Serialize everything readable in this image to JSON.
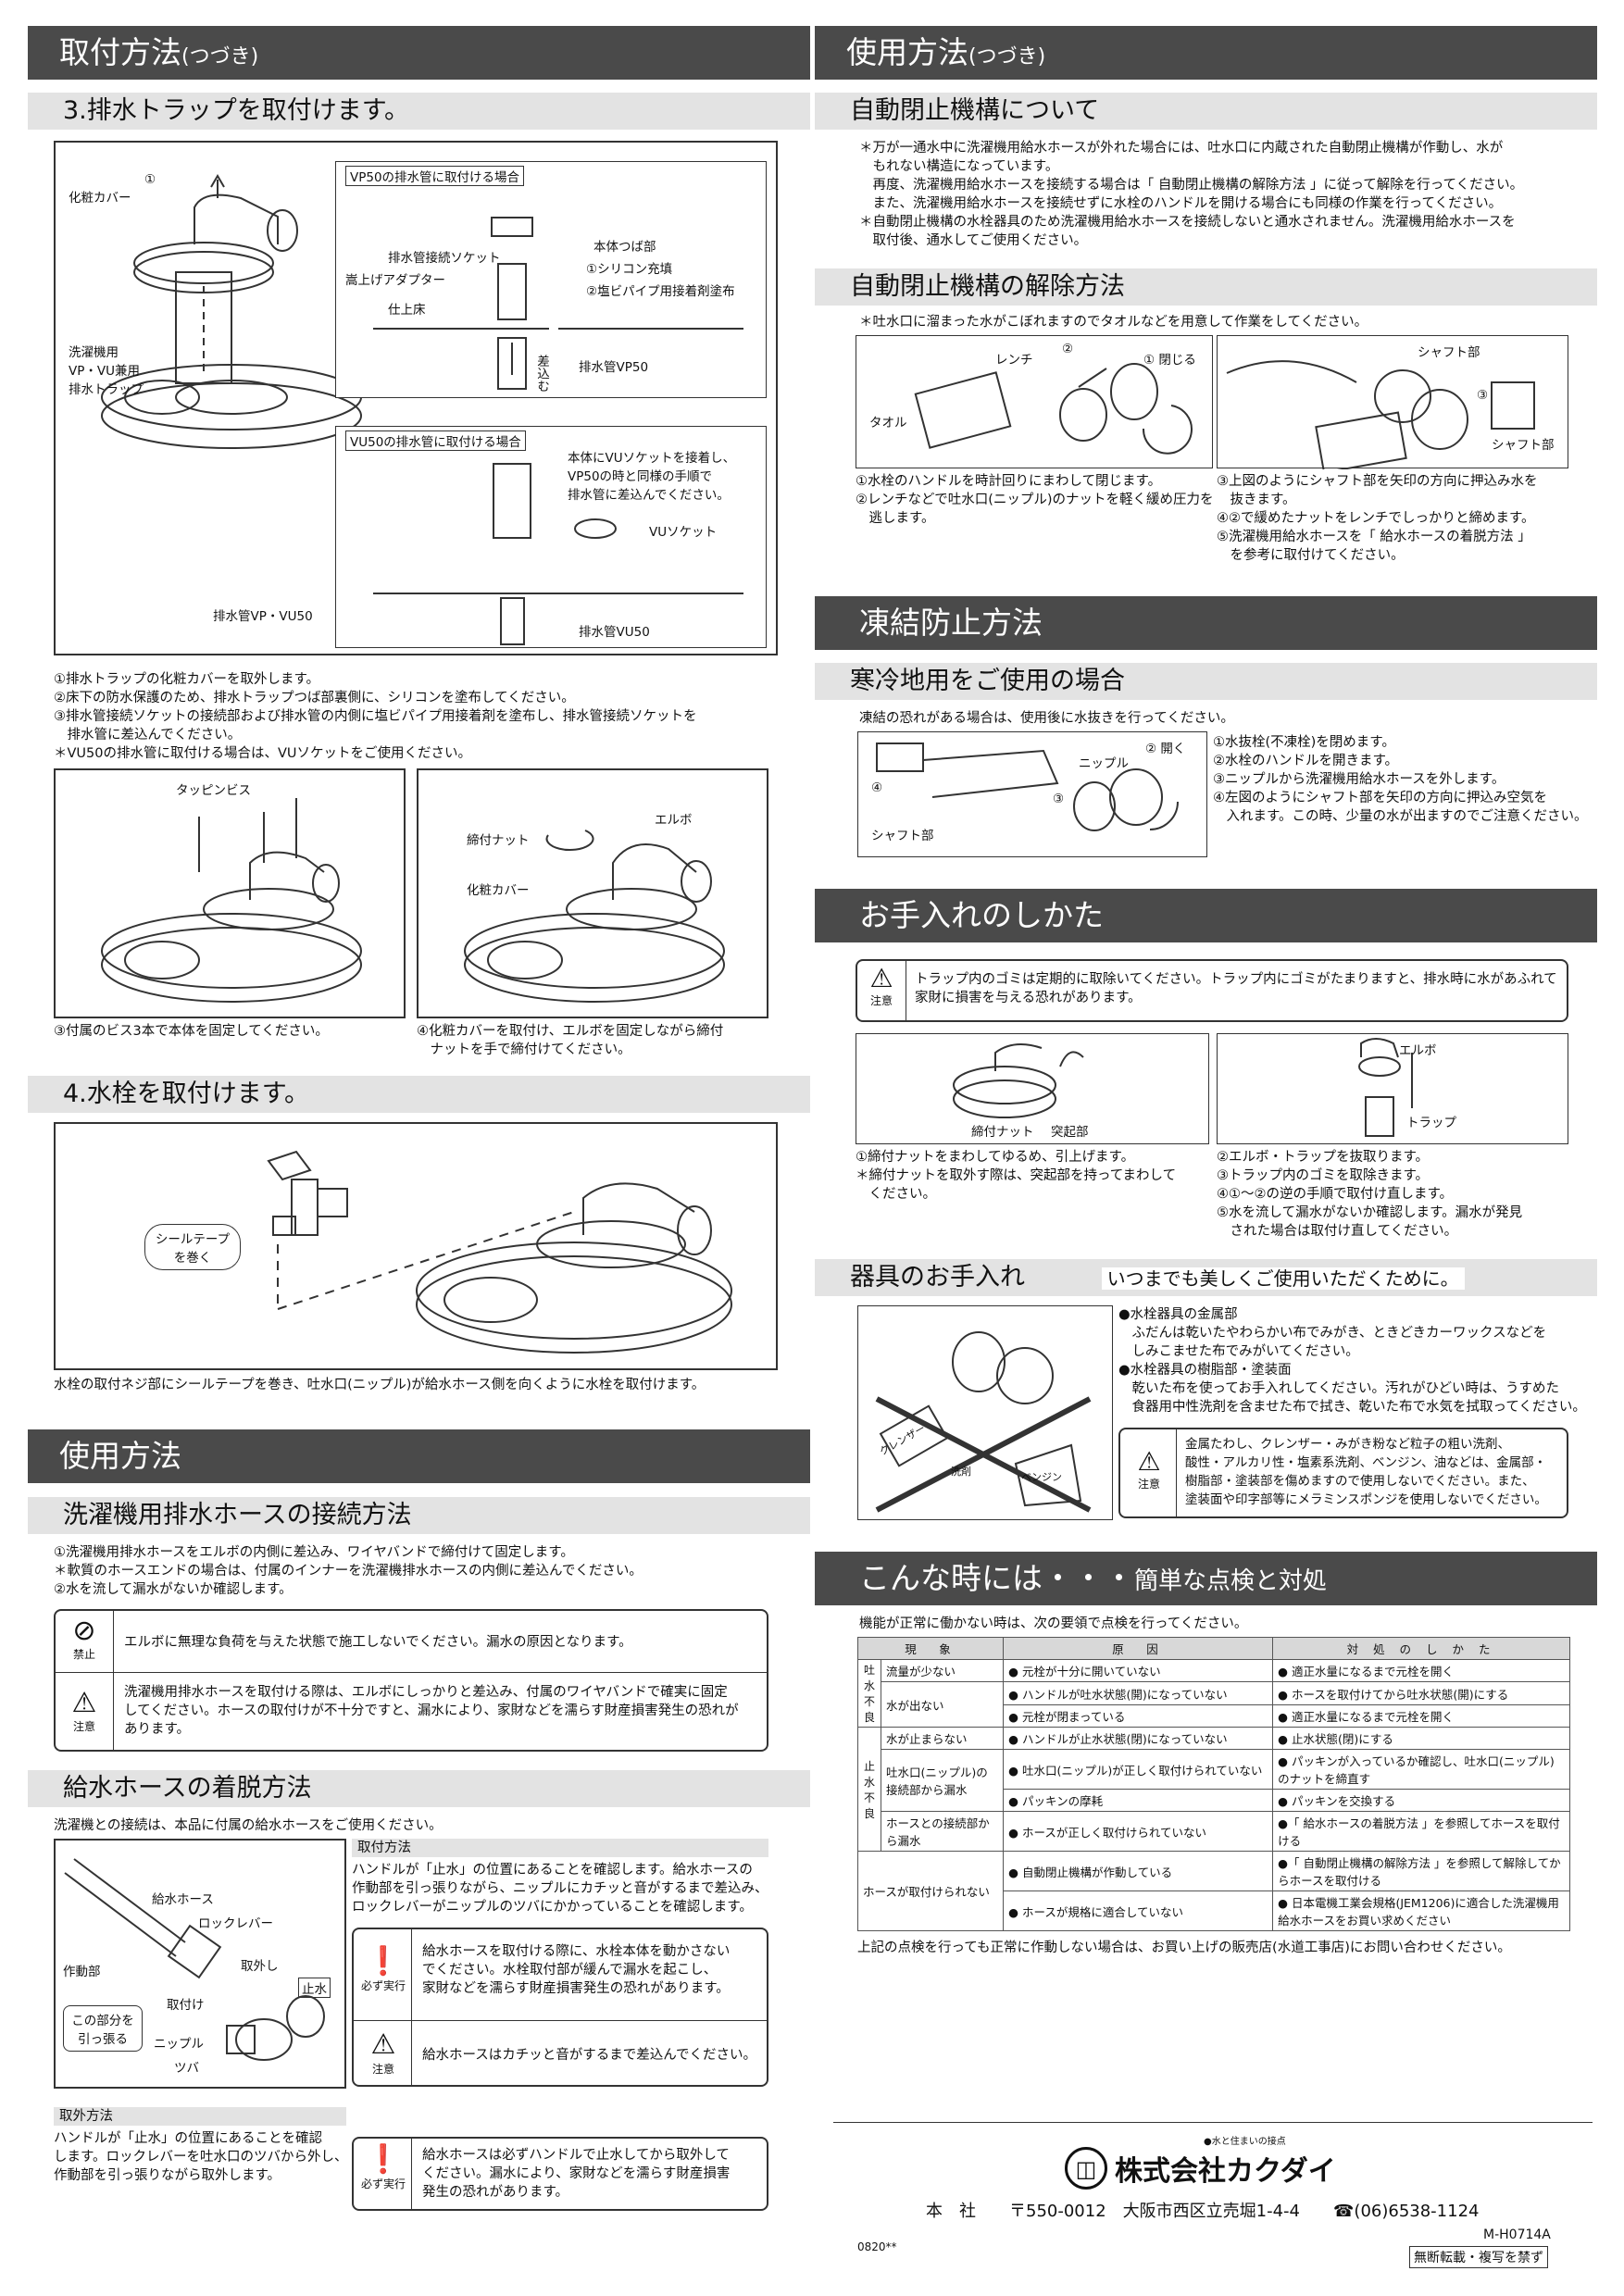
{
  "left_header": {
    "title": "取付方法",
    "suffix": "(つづき)"
  },
  "right_header": {
    "title": "使用方法",
    "suffix": "(つづき)"
  },
  "s3": {
    "title": "3.排水トラップを取付けます。",
    "fig1": {
      "label_cover": "化粧カバー",
      "label_1": "①",
      "label_trap": "洗濯機用\nVP・VU兼用\n排水トラップ",
      "label_pipe": "排水管VP・VU50",
      "vp50_title": "VP50の排水管に取付ける場合",
      "vp_labels": [
        "本体つば部",
        "排水管接続ソケット",
        "①シリコン充填",
        "嵩上げアダプター",
        "②塩ビパイプ用接着剤塗布",
        "仕上床",
        "差込む",
        "排水管VP50"
      ],
      "vu50_title": "VU50の排水管に取付ける場合",
      "vu_note": "本体にVUソケットを接着し、\nVP50の時と同様の手順で\n排水管に差込んでください。",
      "vu_labels": [
        "VUソケット",
        "排水管VU50"
      ]
    },
    "steps": [
      "①排水トラップの化粧カバーを取外します。",
      "②床下の防水保護のため、排水トラップつば部裏側に、シリコンを塗布してください。",
      "③排水管接続ソケットの接続部および排水管の内側に塩ビパイプ用接着剤を塗布し、排水管接続ソケットを",
      "　排水管に差込んでください。",
      "＊VU50の排水管に取付ける場合は、VUソケットをご使用ください。"
    ],
    "fig2": {
      "label": "タッピンビス",
      "caption": "③付属のビス3本で本体を固定してください。"
    },
    "fig3": {
      "labels": [
        "エルボ",
        "締付ナット",
        "化粧カバー"
      ],
      "caption": "④化粧カバーを取付け、エルボを固定しながら締付\n　ナットを手で締付けてください。"
    }
  },
  "s4": {
    "title": "4.水栓を取付けます。",
    "bubble": "シールテープ\nを巻く",
    "caption": "水栓の取付ネジ部にシールテープを巻き、吐水口(ニップル)が給水ホース側を向くように水栓を取付けます。"
  },
  "use": {
    "title": "使用方法",
    "drain": {
      "title": "洗濯機用排水ホースの接続方法",
      "lines": [
        "①洗濯機用排水ホースをエルボの内側に差込み、ワイヤバンドで締付けて固定します。",
        "＊軟質のホースエンドの場合は、付属のインナーを洗濯機排水ホースの内側に差込んでください。",
        "②水を流して漏水がないか確認します。"
      ],
      "w1_icon": "禁止",
      "w1_text": "エルボに無理な負荷を与えた状態で施工しないでください。漏水の原因となります。",
      "w2_icon": "注意",
      "w2_text": "洗濯機用排水ホースを取付ける際は、エルボにしっかりと差込み、付属のワイヤバンドで確実に固定\nしてください。ホースの取付けが不十分ですと、漏水により、家財などを濡らす財産損害発生の恐れが\nあります。"
    },
    "supply": {
      "title": "給水ホースの着脱方法",
      "intro": "洗濯機との接続は、本品に付属の給水ホースをご使用ください。",
      "fig_labels": [
        "給水ホース",
        "ロックレバー",
        "作動部",
        "取外し",
        "取付け",
        "止水",
        "ニップル",
        "ツバ"
      ],
      "bubble": "この部分を\n引っ張る",
      "attach_title": "取付方法",
      "attach_text": "ハンドルが「止水」の位置にあることを確認します。給水ホースの\n作動部を引っ張りながら、ニップルにカチッと音がするまで差込み、\nロックレバーがニップルのツバにかかっていることを確認します。",
      "m1_icon": "必ず実行",
      "m1_text": "給水ホースを取付ける際に、水栓本体を動かさない\nでください。水栓取付部が緩んで漏水を起こし、\n家財などを濡らす財産損害発生の恐れがあります。",
      "c1_icon": "注意",
      "c1_text": "給水ホースはカチッと音がするまで差込んでください。",
      "detach_title": "取外方法",
      "detach_text": "ハンドルが「止水」の位置にあることを確認\nします。ロックレバーを吐水口のツバから外し、\n作動部を引っ張りながら取外します。",
      "m2_icon": "必ず実行",
      "m2_text": "給水ホースは必ずハンドルで止水してから取外して\nください。漏水により、家財などを濡らす財産損害\n発生の恐れがあります。"
    }
  },
  "auto": {
    "title": "自動閉止機構について",
    "lines": [
      "＊万が一通水中に洗濯機用給水ホースが外れた場合には、吐水口に内蔵された自動閉止機構が作動し、水が",
      "　もれない構造になっています。",
      "　再度、洗濯機用給水ホースを接続する場合は「 自動閉止機構の解除方法 」に従って解除を行ってください。",
      "　また、洗濯機用給水ホースを接続せずに水栓のハンドルを開ける場合にも同様の作業を行ってください。",
      "＊自動閉止機構の水栓器具のため洗濯機用給水ホースを接続しないと通水されません。洗濯機用給水ホースを",
      "　取付後、通水してご使用ください。"
    ]
  },
  "release": {
    "title": "自動閉止機構の解除方法",
    "note": "＊吐水口に溜まった水がこぼれますのでタオルなどを用意して作業をしてください。",
    "fig1_labels": [
      "レンチ",
      "②",
      "① 閉じる",
      "タオル"
    ],
    "fig2_labels": [
      "シャフト部",
      "③",
      "シャフト部"
    ],
    "left": [
      "①水栓のハンドルを時計回りにまわして閉じます。",
      "②レンチなどで吐水口(ニップル)のナットを軽く緩め圧力を",
      "　逃します。"
    ],
    "right": [
      "③上図のようにシャフト部を矢印の方向に押込み水を",
      "　抜きます。",
      "④②で緩めたナットをレンチでしっかりと締めます。",
      "⑤洗濯機用給水ホースを「 給水ホースの着脱方法 」",
      "　を参考に取付けてください。"
    ]
  },
  "freeze": {
    "title": "凍結防止方法",
    "sub": "寒冷地用をご使用の場合",
    "intro": "凍結の恐れがある場合は、使用後に水抜きを行ってください。",
    "fig_labels": [
      "④",
      "シャフト部",
      "ニップル",
      "② 開く",
      "③"
    ],
    "steps": [
      "①水抜栓(不凍栓)を閉めます。",
      "②水栓のハンドルを開きます。",
      "③ニップルから洗濯機用給水ホースを外します。",
      "④左図のようにシャフト部を矢印の方向に押込み空気を",
      "　入れます。この時、少量の水が出ますのでご注意ください。"
    ]
  },
  "care": {
    "title": "お手入れのしかた",
    "warn_icon": "注意",
    "warn_text": "トラップ内のゴミは定期的に取除いてください。トラップ内にゴミがたまりますと、排水時に水があふれて\n家財に損害を与える恐れがあります。",
    "fig1_labels": [
      "締付ナット",
      "突起部"
    ],
    "fig2_labels": [
      "エルボ",
      "トラップ"
    ],
    "left": [
      "①締付ナットをまわしてゆるめ、引上げます。",
      "＊締付ナットを取外す際は、突起部を持ってまわして",
      "　ください。"
    ],
    "right": [
      "②エルボ・トラップを抜取ります。",
      "③トラップ内のゴミを取除きます。",
      "④①〜②の逆の手順で取付け直します。",
      "⑤水を流して漏水がないか確認します。漏水が発見",
      "　された場合は取付け直してください。"
    ]
  },
  "fixture": {
    "title": "器具のお手入れ",
    "subtitle": "いつまでも美しくご使用いただくために。",
    "lines": [
      "●水栓器具の金属部",
      "　ふだんは乾いたやわらかい布でみがき、ときどきカーワックスなどを",
      "　しみこませた布でみがいてください。",
      "●水栓器具の樹脂部・塗装面",
      "　乾いた布を使ってお手入れしてください。汚れがひどい時は、うすめた",
      "　食器用中性洗剤を含ませた布で拭き、乾いた布で水気を拭取ってください。"
    ],
    "warn_icon": "注意",
    "warn_text": "金属たわし、クレンザー・みがき粉など粒子の粗い洗剤、\n酸性・アルカリ性・塩素系洗剤、ベンジン、油などは、金属部・\n樹脂部・塗装部を傷めますので使用しないでください。また、\n塗装面や印字部等にメラミンスポンジを使用しないでください。",
    "fig_words": [
      "クレンザー",
      "ベンジン",
      "洗剤"
    ]
  },
  "trouble": {
    "title": "こんな時には・・・",
    "title2": "簡単な点検と対処",
    "intro": "機能が正常に働かない時は、次の要領で点検を行ってください。",
    "headers": [
      "現　象",
      "原　因",
      "対 処 の し か た"
    ],
    "rows": [
      {
        "g": "吐水不良",
        "p": "流量が少ない",
        "c": "● 元栓が十分に開いていない",
        "a": "● 適正水量になるまで元栓を開く"
      },
      {
        "g": "",
        "p": "水が出ない",
        "c": "● ハンドルが吐水状態(開)になっていない",
        "a": "● ホースを取付けてから吐水状態(開)にする"
      },
      {
        "g": "",
        "p": "",
        "c": "● 元栓が閉まっている",
        "a": "● 適正水量になるまで元栓を開く"
      },
      {
        "g": "止水不良",
        "p": "水が止まらない",
        "c": "● ハンドルが止水状態(閉)になっていない",
        "a": "● 止水状態(閉)にする"
      },
      {
        "g": "",
        "p": "吐水口(ニップル)の接続部から漏水",
        "c": "● 吐水口(ニップル)が正しく取付けられていない",
        "a": "● パッキンが入っているか確認し、吐水口(ニップル)のナットを締直す"
      },
      {
        "g": "",
        "p": "",
        "c": "● パッキンの摩耗",
        "a": "● パッキンを交換する"
      },
      {
        "g": "",
        "p": "ホースとの接続部から漏水",
        "c": "● ホースが正しく取付けられていない",
        "a": "●「 給水ホースの着脱方法 」を参照してホースを取付ける"
      },
      {
        "g": "",
        "p": "ホースが取付けられない",
        "c": "● 自動閉止機構が作動している",
        "a": "●「 自動閉止機構の解除方法 」を参照して解除してからホースを取付ける"
      },
      {
        "g": "",
        "p": "",
        "c": "● ホースが規格に適合していない",
        "a": "● 日本電機工業会規格(JEM1206)に適合した洗濯機用給水ホースをお買い求めください"
      }
    ],
    "outro": "上記の点検を行っても正常に作動しない場合は、お買い上げの販売店(水道工事店)にお問い合わせください。"
  },
  "footer": {
    "tagline": "●水と住まいの接点",
    "company": "株式会社カクダイ",
    "address": "本　社　　〒550-0012　大阪市西区立売堀1-4-4　　☎(06)6538-1124",
    "code": "M-H0714A",
    "notice": "無断転載・複写を禁ず",
    "lot": "0820**"
  }
}
